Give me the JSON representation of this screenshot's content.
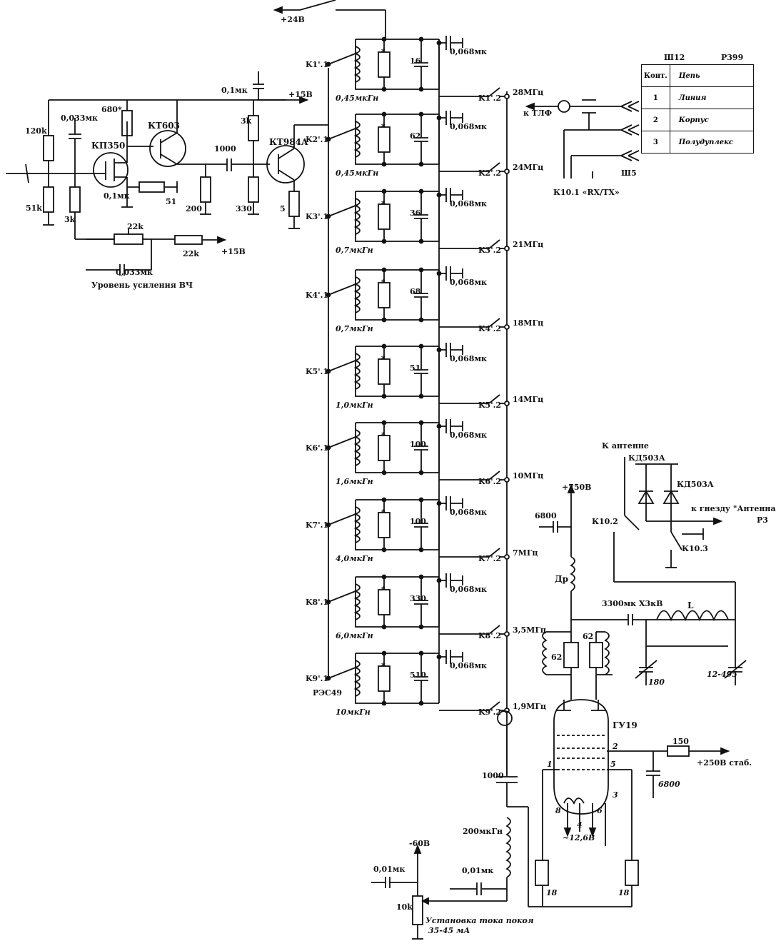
{
  "power": {
    "p24": "+24В",
    "p15_top": "+15В",
    "p15_bottom": "+15В",
    "p750": "+750В",
    "m60": "-60В",
    "p250": "+250В стаб.",
    "heater": "~12,6В"
  },
  "preamp": {
    "r120k": "120k",
    "r51k": "51k",
    "r3k_a": "3k",
    "c033": "0,033мк",
    "c033b": "0,033мк",
    "r680": "680*",
    "kp350": "КП350",
    "c01a": "0,1мк",
    "r51": "51",
    "kt603": "КТ603",
    "c1000": "1000",
    "r200": "200",
    "c01top": "0,1мк",
    "r3k_b": "3k",
    "r330": "330",
    "kt984": "КТ984А",
    "r5": "5",
    "r22k_pot": "22k",
    "r22k": "22k",
    "gain_label": "Уровень усиления ВЧ"
  },
  "filters": [
    {
      "relay": "K1'.1",
      "ind": "0,45мкГн",
      "cap": "16",
      "cblock": "0,068мк",
      "switch": "K1'.2",
      "band": "28МГц"
    },
    {
      "relay": "K2'.1",
      "ind": "0,45мкГн",
      "cap": "62",
      "cblock": "0,068мк",
      "switch": "K2'.2",
      "band": "24МГц"
    },
    {
      "relay": "K3'.1",
      "ind": "0,7мкГн",
      "cap": "36",
      "cblock": "0,068мк",
      "switch": "K3'.2",
      "band": "21МГц"
    },
    {
      "relay": "K4'.1",
      "ind": "0,7мкГн",
      "cap": "68",
      "cblock": "0,068мк",
      "switch": "K4'.2",
      "band": "18МГц"
    },
    {
      "relay": "K5'.1",
      "ind": "1,0мкГн",
      "cap": "51",
      "cblock": "0,068мк",
      "switch": "K5'.2",
      "band": "14МГц"
    },
    {
      "relay": "K6'.1",
      "ind": "1,6мкГн",
      "cap": "100",
      "cblock": "0,068мк",
      "switch": "K6'.2",
      "band": "10МГц"
    },
    {
      "relay": "K7'.1",
      "ind": "4,0мкГн",
      "cap": "100",
      "cblock": "0,068мк",
      "switch": "K7'.2",
      "band": "7МГц"
    },
    {
      "relay": "K8'.1",
      "ind": "6,0мкГн",
      "cap": "330",
      "cblock": "0,068мк",
      "switch": "K8'.2",
      "band": "3,5МГц"
    },
    {
      "relay": "K9'.1",
      "ind": "10мкГн",
      "cap": "510",
      "cblock": "0,068мк",
      "switch": "K9'.2",
      "band": "1,9МГц"
    }
  ],
  "res49": "РЭС49",
  "tube": {
    "name": "ГУ19",
    "c6800a": "6800",
    "choke": "Др",
    "c3300": "3300мк Х3кВ",
    "L": "L",
    "r62a": "62",
    "r62b": "62",
    "c180": "180",
    "c12_495": "12-495",
    "r150": "150",
    "c6800b": "6800",
    "c1000": "1000",
    "l200": "200мкГн",
    "c001a": "0,01мк",
    "c001b": "0,01мк",
    "r10k": "10k",
    "bias_label_1": "Установка тока покоя",
    "bias_label_2": "35-45 мА",
    "r18a": "18",
    "r18b": "18",
    "pins": [
      "1",
      "2",
      "3",
      "4",
      "5",
      "6",
      "8"
    ]
  },
  "antenna": {
    "k_ant": "К антенне",
    "d1": "КД503А",
    "d2": "КД503А",
    "k102": "К10.2",
    "k103": "К10.3",
    "to_socket": "к  гнезду \"Антенна\"",
    "r3": "Р3"
  },
  "connector": {
    "title": "Ш12",
    "ref": "Р399",
    "head_contact": "Конт.",
    "head_circuit": "Цепь",
    "rows": [
      {
        "n": "1",
        "name": "Линия"
      },
      {
        "n": "2",
        "name": "Корпус"
      },
      {
        "n": "3",
        "name": "Полудуплекс"
      }
    ],
    "sh5": "Ш5",
    "k101": "К10.1 «RX/TX»",
    "tlf": "к ТЛФ"
  }
}
